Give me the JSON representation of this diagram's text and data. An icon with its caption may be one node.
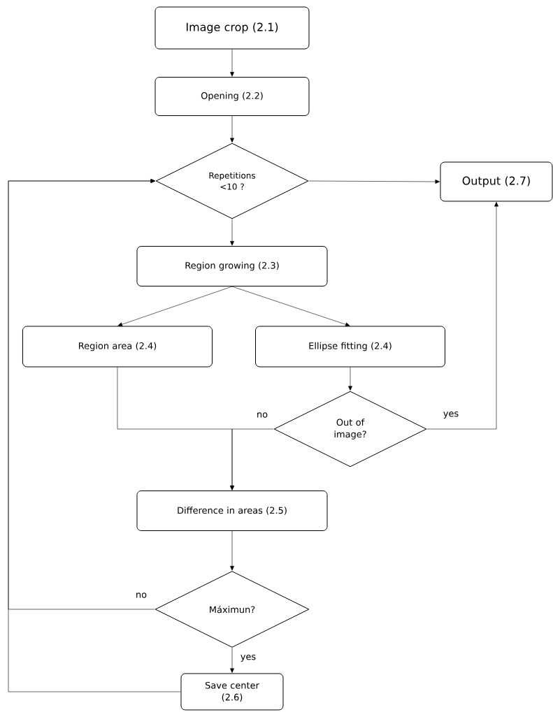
{
  "diagram": {
    "nodes": [
      {
        "text": [
          "Image crop (2.1)"
        ]
      },
      {
        "text": [
          "Opening (2.2)"
        ]
      },
      {
        "text": [
          "Repetitions <10 ?"
        ]
      },
      {
        "text": [
          "Output (2.7)"
        ]
      },
      {
        "text": [
          "Region growing (2.3)"
        ]
      },
      {
        "text": [
          "Region area (2.4)"
        ]
      },
      {
        "text": [
          "Ellipse fitting (2.4)"
        ]
      },
      {
        "text": [
          "Out of image?"
        ]
      },
      {
        "text": [
          "Difference in areas (2.5)"
        ]
      },
      {
        "text": [
          "Máximun?"
        ]
      },
      {
        "text": [
          "Save center (2.6)"
        ]
      }
    ],
    "edges": [
      {
        "from": 0,
        "to": 1,
        "arrow": "to"
      },
      {
        "from": 1,
        "to": 2,
        "arrow": "to"
      },
      {
        "from": 2,
        "to": 3,
        "arrow": "to"
      },
      {
        "from": 2,
        "to": 4,
        "arrow": "to"
      },
      {
        "from": 4,
        "to": 5,
        "arrow": "to"
      },
      {
        "from": 4,
        "to": 6,
        "arrow": "to"
      },
      {
        "from": 6,
        "to": 7,
        "arrow": "to"
      },
      {
        "from": 7,
        "to": 3,
        "arrow": "to",
        "label": "yes"
      },
      {
        "from": 5,
        "to": 8,
        "arrow": "to"
      },
      {
        "from": 7,
        "to": 8,
        "arrow": "to",
        "label": "no"
      },
      {
        "from": 8,
        "to": 9,
        "arrow": "to"
      },
      {
        "from": 9,
        "to": 2,
        "arrow": "to",
        "label": "no"
      },
      {
        "from": 9,
        "to": 10,
        "arrow": "to",
        "label": "yes"
      },
      {
        "from": 10,
        "to": 2,
        "arrow": "to"
      }
    ]
  }
}
